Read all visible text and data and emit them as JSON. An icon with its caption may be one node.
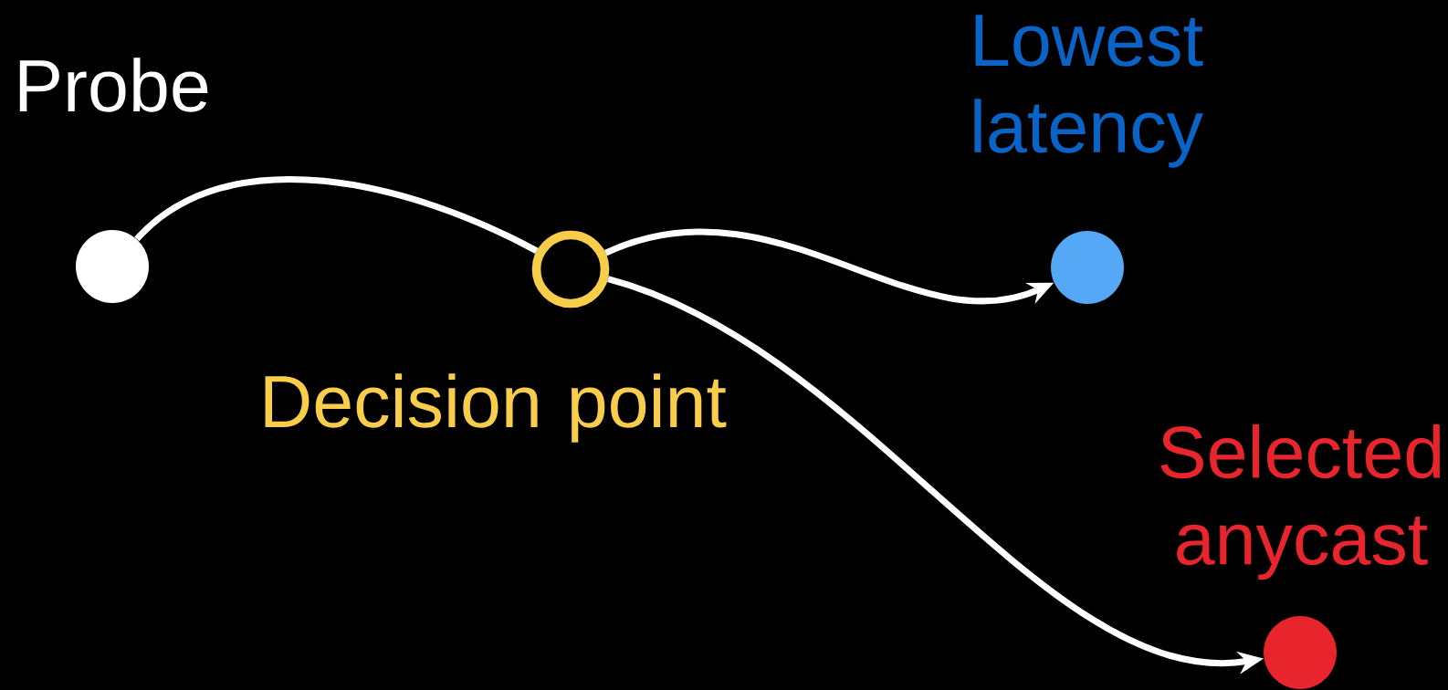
{
  "diagram": {
    "nodes": [
      {
        "text": [
          "Probe"
        ]
      },
      {
        "text": [
          "Decision point"
        ]
      },
      {
        "text": [
          "Lowest latency"
        ]
      },
      {
        "text": [
          "Selected anycast"
        ]
      }
    ],
    "edges": [
      {
        "from": 0,
        "to": 1,
        "arrow": "none"
      },
      {
        "from": 1,
        "to": 2,
        "arrow": "to"
      },
      {
        "from": 1,
        "to": 3,
        "arrow": "to"
      }
    ]
  }
}
